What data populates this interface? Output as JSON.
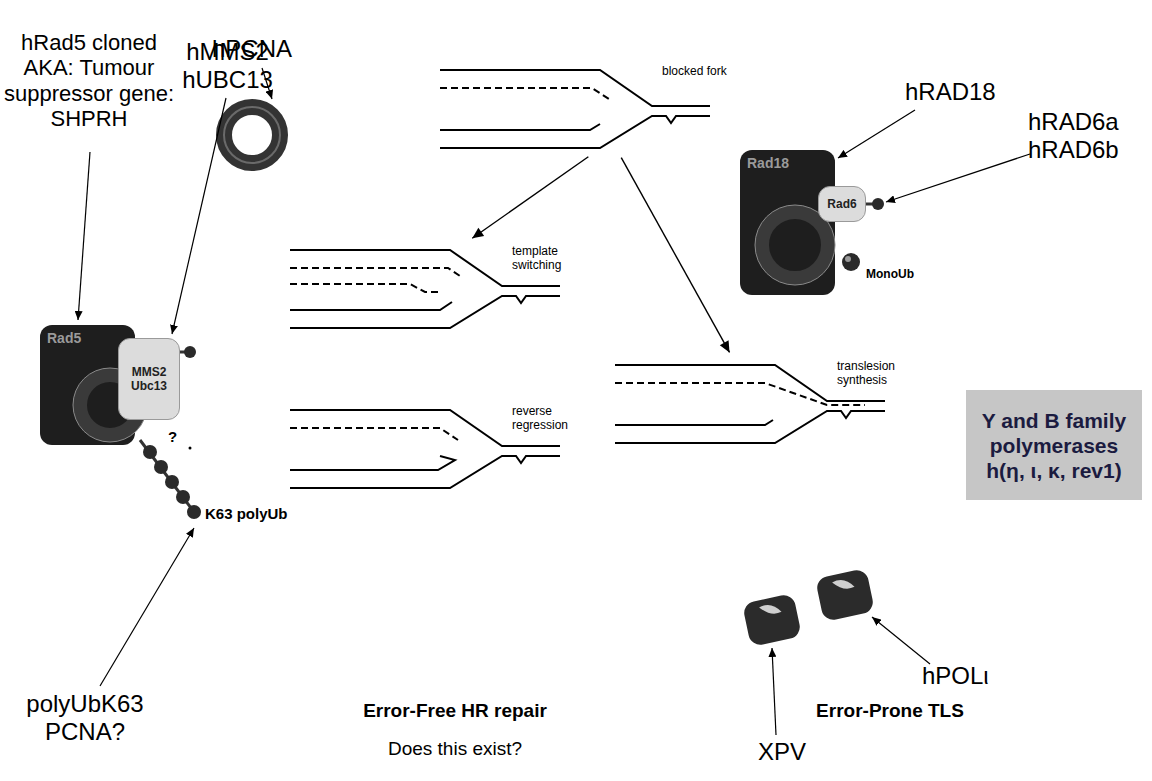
{
  "diagram": {
    "nodes": [
      {
        "text": [
          "blocked fork"
        ]
      },
      {
        "text": [
          "Rad18"
        ]
      },
      {
        "text": [
          "Rad6"
        ]
      },
      {
        "text": [
          "Rad5"
        ]
      },
      {
        "text": [
          "MMS2 Ubc13"
        ]
      },
      {
        "text": [
          "template switching"
        ]
      },
      {
        "text": [
          "reverse regression"
        ]
      },
      {
        "text": [
          "translesion synthesis"
        ]
      },
      {
        "text": [
          "Y and B family polymerases h(η, ι, κ, rev1)"
        ]
      }
    ],
    "edges": [
      {
        "from": 0,
        "to": 5,
        "arrow": "to"
      },
      {
        "from": 0,
        "to": 7,
        "arrow": "to"
      }
    ],
    "labels": [
      "hPCNA",
      "hRad5 cloned AKA: Tumour suppressor gene: SHPRH",
      "hMMS2 hUBC13",
      "hRAD18",
      "hRAD6a hRAD6b",
      "MonoUb",
      "?",
      "K63 polyUb",
      "polyUbK63 PCNA?",
      "Error-Free HR repair",
      "Does this exist?",
      "Error-Prone TLS",
      "hPOLι",
      "XPV"
    ]
  }
}
